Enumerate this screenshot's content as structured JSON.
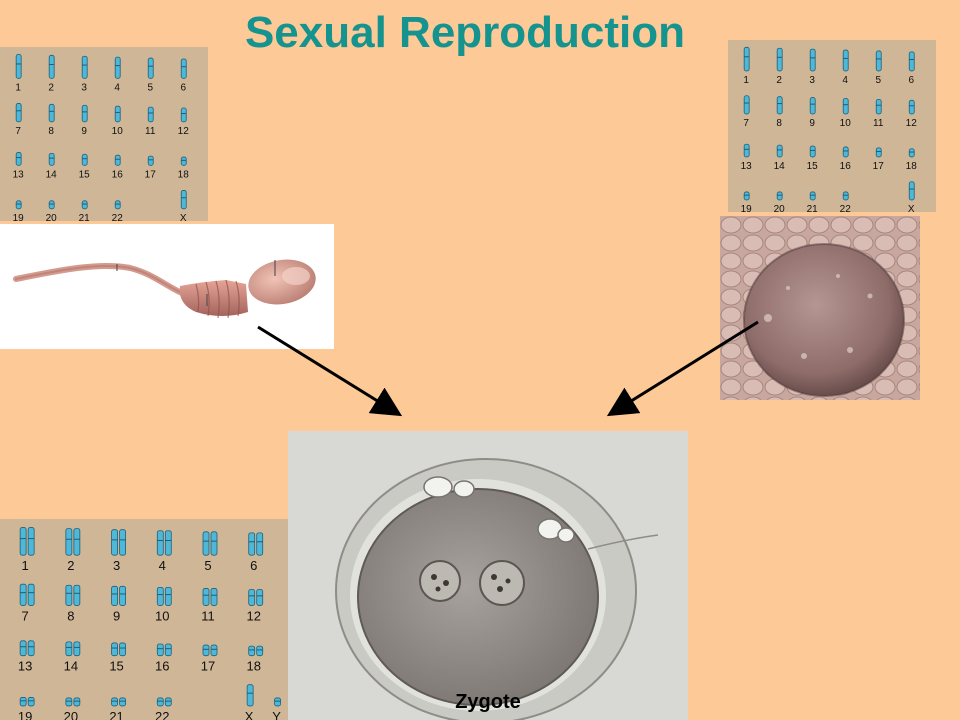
{
  "title": "Sexual Reproduction",
  "karyotypes": {
    "father": [
      "1",
      "2",
      "3",
      "4",
      "5",
      "6",
      "7",
      "8",
      "9",
      "10",
      "11",
      "12",
      "13",
      "14",
      "15",
      "16",
      "17",
      "18",
      "19",
      "20",
      "21",
      "22",
      "X"
    ],
    "mother": [
      "1",
      "2",
      "3",
      "4",
      "5",
      "6",
      "7",
      "8",
      "9",
      "10",
      "11",
      "12",
      "13",
      "14",
      "15",
      "16",
      "17",
      "18",
      "19",
      "20",
      "21",
      "22",
      "X"
    ],
    "zygote": [
      "1",
      "2",
      "3",
      "4",
      "5",
      "6",
      "7",
      "8",
      "9",
      "10",
      "11",
      "12",
      "13",
      "14",
      "15",
      "16",
      "17",
      "18",
      "19",
      "20",
      "21",
      "22",
      "X",
      "Y"
    ]
  },
  "zygote_label": "Zygote",
  "colors": {
    "title": "#15938f",
    "background": "#fdc996",
    "chromosome": "#4fb8d8",
    "karyotype_bg": "#cfb697"
  }
}
